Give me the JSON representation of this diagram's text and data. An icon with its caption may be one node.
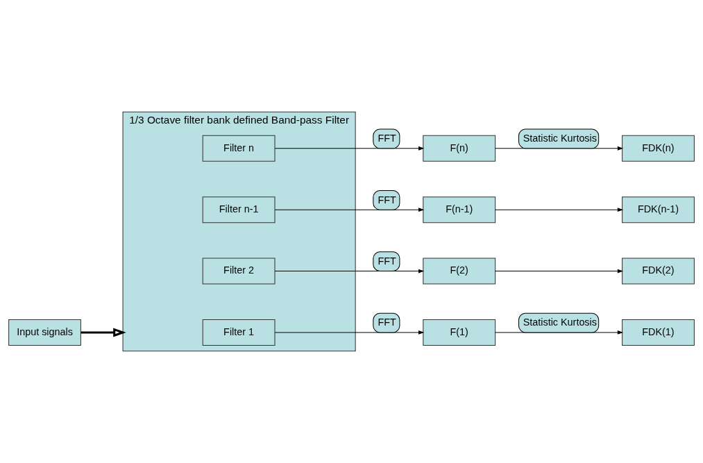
{
  "diagram": {
    "nodes": [
      {
        "text": [
          "Input signals"
        ]
      },
      {
        "text": [
          "1/3 Octave filter bank defined Band-pass Filter"
        ]
      },
      {
        "text": [
          "Filter 1"
        ],
        "in": 1
      },
      {
        "text": [
          "Filter 2"
        ],
        "in": 1
      },
      {
        "text": [
          "Filter n-1"
        ],
        "in": 1
      },
      {
        "text": [
          "Filter n"
        ],
        "in": 1
      },
      {
        "text": [
          "F(1)"
        ]
      },
      {
        "text": [
          "F(2)"
        ]
      },
      {
        "text": [
          "F(n-1)"
        ]
      },
      {
        "text": [
          "F(n)"
        ]
      },
      {
        "text": [
          "FDK(1)"
        ]
      },
      {
        "text": [
          "FDK(2)"
        ]
      },
      {
        "text": [
          "FDK(n-1)"
        ]
      },
      {
        "text": [
          "FDK(n)"
        ]
      }
    ],
    "edges": [
      {
        "from": 0,
        "to": 1,
        "arrow": "to",
        "style": "thick"
      },
      {
        "from": 2,
        "to": 6,
        "arrow": "to",
        "label": "FFT"
      },
      {
        "from": 3,
        "to": 7,
        "arrow": "to",
        "label": "FFT"
      },
      {
        "from": 4,
        "to": 8,
        "arrow": "to",
        "label": "FFT"
      },
      {
        "from": 5,
        "to": 9,
        "arrow": "to",
        "label": "FFT"
      },
      {
        "from": 6,
        "to": 10,
        "arrow": "to",
        "label": "Statistic Kurtosis"
      },
      {
        "from": 7,
        "to": 11,
        "arrow": "to"
      },
      {
        "from": 8,
        "to": 12,
        "arrow": "to"
      },
      {
        "from": 9,
        "to": 13,
        "arrow": "to",
        "label": "Statistic Kurtosis"
      }
    ]
  }
}
